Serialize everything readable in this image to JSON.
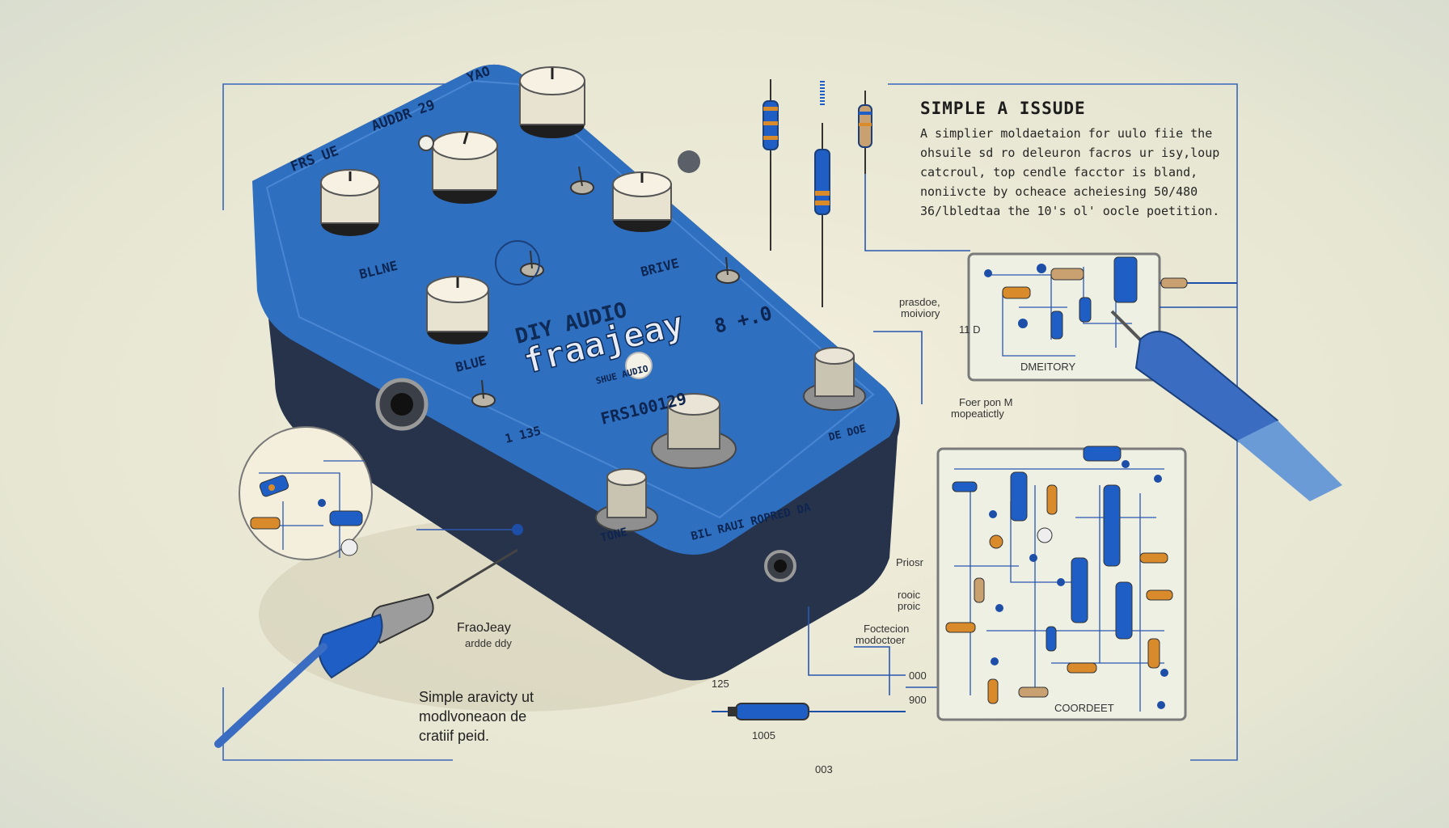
{
  "info": {
    "title": "SIMPLE A ISSUDE",
    "lines": [
      "A simplier moldaetaion for uulo fiie the",
      "ohsuile sd ro deleuron facros ur isy,loup",
      "catcroul, top cendle facctor is bland,",
      "noniivcte by ocheace acheiesing 50/480",
      "36/lbledtaa the 10's ol' oocle poetition."
    ]
  },
  "pedal": {
    "brand_line": "DIY AUDIO",
    "brand_name": "fraajeay",
    "model": "FRS100129",
    "top_left_label": "FRS UE",
    "top_mid_label": "AUDDR 29",
    "top_right_label": "YAO",
    "left_knob_label": "BLLNE",
    "right_knob_label": "BRIVE",
    "left_side_label": "BLUE",
    "right_box_label": "8 +.0",
    "mid_small_label": "SHUE AUDIO",
    "small_digits": "1 135",
    "bottom_label": "BIL RAUI ROPRED DA",
    "tone_label": "TONE",
    "right_bottom_label": "DE DOE"
  },
  "labels": {
    "left_bottom_top": "FraoJeay",
    "left_bottom_sub": "ardde ddy",
    "left_bottom_block": [
      "Simple aravicty ut",
      "modlvoneaon de",
      "cratiif peid."
    ],
    "schem1_left": [
      "prasdoe,",
      "moiviory"
    ],
    "schem1_bottom": [
      "Foer pon M",
      "mopeatictly"
    ],
    "schem1_mid": "DMEITORY",
    "schem1_small": "11 D",
    "schem2_left1": "Priosr",
    "schem2_left2": [
      "rooic",
      "proic"
    ],
    "schem2_left3": [
      "Foctecion",
      "modoctoer"
    ],
    "schem2_bottom": "COORDEET",
    "bottom_res_top": "125",
    "bottom_res_bottom": "1005",
    "bottom_mid": "003",
    "bottom_right_a": "000",
    "bottom_right_b": "900"
  },
  "colors": {
    "pedal_blue": "#2f6fc0",
    "pedal_dark": "#26344f",
    "wire_blue": "#1d4fa8",
    "paper": "#f3efdc",
    "resistor_orange": "#d98a2b"
  }
}
